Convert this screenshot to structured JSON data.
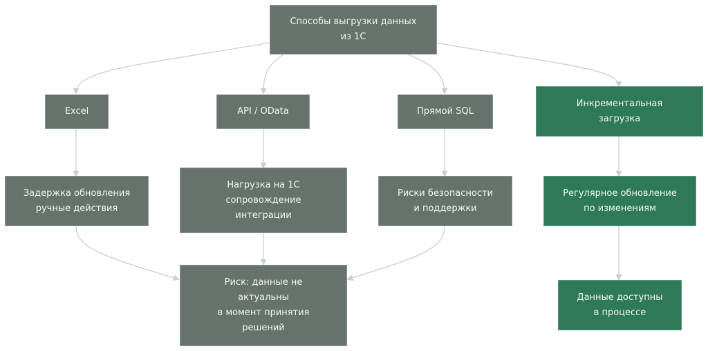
{
  "diagram": {
    "root": {
      "label": "Способы выгрузки данных\nиз 1С",
      "kind": "gray"
    },
    "methods": [
      {
        "label": "Excel",
        "kind": "gray"
      },
      {
        "label": "API / OData",
        "kind": "gray"
      },
      {
        "label": "Прямой SQL",
        "kind": "gray"
      },
      {
        "label": "Инкрементальная\nзагрузка",
        "kind": "green"
      }
    ],
    "consequences": [
      {
        "label": "Задержка обновления\nручные действия",
        "kind": "gray"
      },
      {
        "label": "Нагрузка на 1С\nсопровождение\nинтеграции",
        "kind": "gray"
      },
      {
        "label": "Риски безопасности\nи поддержки",
        "kind": "gray"
      },
      {
        "label": "Регулярное обновление\nпо изменениям",
        "kind": "green"
      }
    ],
    "outcomes": [
      {
        "label": "Риск: данные не\nактуальны\nв момент принятия\nрешений",
        "kind": "gray"
      },
      {
        "label": "Данные доступны\nв процессе",
        "kind": "green"
      }
    ],
    "colors": {
      "gray": "#66736c",
      "green": "#2e7a58",
      "edge": "#c9d0cc"
    }
  }
}
